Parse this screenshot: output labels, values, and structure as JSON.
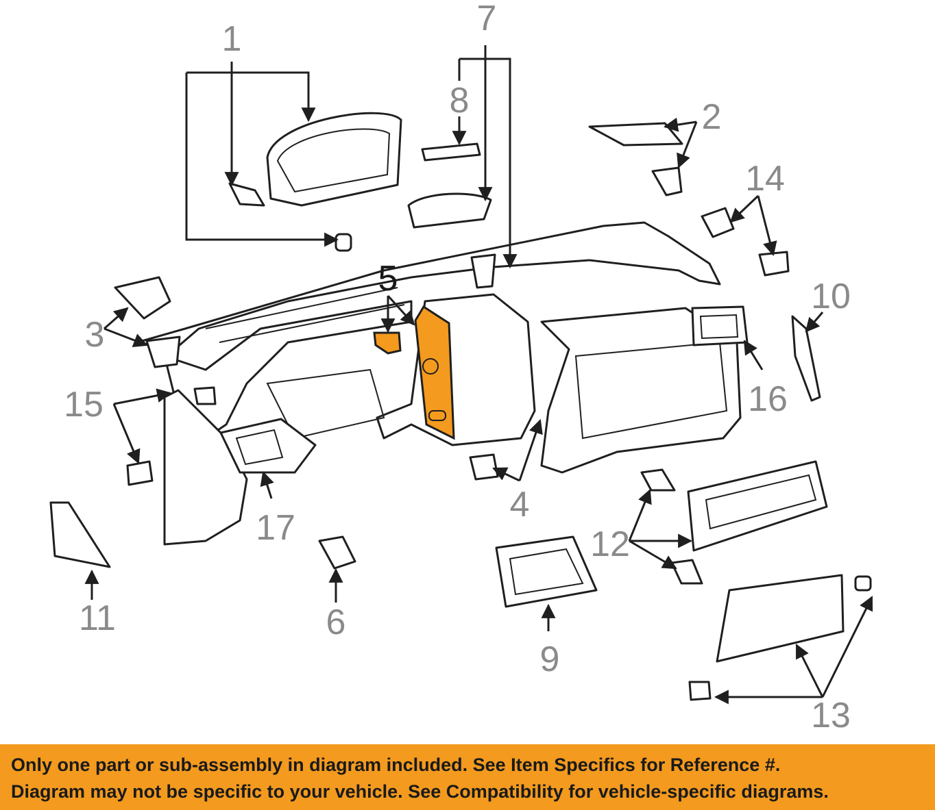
{
  "callouts": {
    "c1": "1",
    "c2": "2",
    "c3": "3",
    "c4": "4",
    "c5": "5",
    "c6": "6",
    "c7": "7",
    "c8": "8",
    "c9": "9",
    "c10": "10",
    "c11": "11",
    "c12": "12",
    "c13": "13",
    "c14": "14",
    "c15": "15",
    "c16": "16",
    "c17": "17"
  },
  "highlight_color": "#f39a1f",
  "banner": {
    "line1": "Only one part or sub-assembly in diagram included. See Item Specifics for Reference #.",
    "line2": "Diagram may not be specific to your vehicle. See Compatibility for vehicle-specific diagrams."
  }
}
